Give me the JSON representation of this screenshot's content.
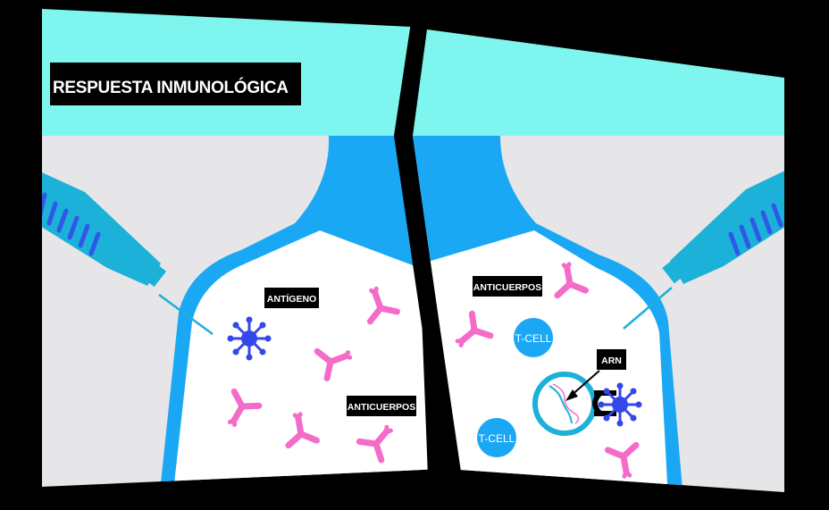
{
  "title": "RESPUESTA INMUNOLÓGICA",
  "left_panel": {
    "antigen_label": "ANTÍGENO",
    "antibodies_label": "ANTICUERPOS"
  },
  "right_panel": {
    "antibodies_label": "ANTICUERPOS",
    "tcell_label_1": "T-CELL",
    "tcell_label_2": "T-CELL",
    "rna_label": "ARN"
  },
  "colors": {
    "background": "#000000",
    "sky": "#7ef6ef",
    "wall": "#e6e6e8",
    "shoulder_blue": "#1aa8f5",
    "skin": "#ffffff",
    "antibody_pink": "#f46bc8",
    "antigen_blue": "#3447e8",
    "syringe_cyan": "#1cb1d9",
    "syringe_stripe": "#2f58e8",
    "label_bg": "#000000"
  },
  "icons": [
    "syringe-icon",
    "antigen-virus-icon",
    "antibody-icon",
    "t-cell-icon",
    "rna-strand-icon"
  ]
}
